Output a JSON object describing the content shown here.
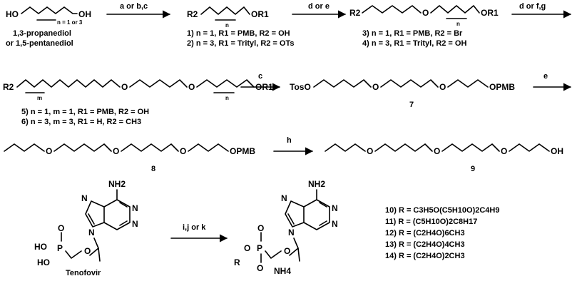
{
  "start": {
    "line1": "1,3-propanediol",
    "line2": "or 1,5-pentanediol",
    "n_label": "n = 1 or 3",
    "oh_left": "HO",
    "oh_right": "OH"
  },
  "arrows": {
    "a1": "a or b,c",
    "a2": "d or e",
    "a3": "d or f,g",
    "a4": "c",
    "a5": "e",
    "a6": "h",
    "a7": "i,j or k"
  },
  "row1": {
    "c12": {
      "r2": "R2",
      "or1": "OR1",
      "n": "n"
    },
    "c1": "1) n = 1, R1 = PMB, R2 = OH",
    "c2": "2) n = 3, R1 = Trityl, R2 = OTs",
    "c34": {
      "r2": "R2",
      "o": "O",
      "or1": "OR1",
      "n": "n"
    },
    "c3": "3) n = 1, R1 = PMB, R2 = Br",
    "c4": "4) n = 3, R1 = Trityl, R2 = OH"
  },
  "row2": {
    "c56": {
      "r2": "R2",
      "m": "m",
      "o1": "O",
      "o2": "O",
      "n": "n",
      "or1": "OR1"
    },
    "c5": "5) n = 1, m = 1, R1 = PMB, R2 = OH",
    "c6": "6) n = 3, m = 3, R1 = H, R2 = CH3",
    "c7": {
      "tos": "TosO",
      "o1": "O",
      "o2": "O",
      "opmb": "OPMB",
      "num": "7"
    }
  },
  "row3": {
    "c8": {
      "o1": "O",
      "o2": "O",
      "o3": "O",
      "opmb": "OPMB",
      "num": "8"
    },
    "c9": {
      "o1": "O",
      "o2": "O",
      "o3": "O",
      "oh": "OH",
      "num": "9"
    }
  },
  "tenofovir": {
    "nh2": "NH2",
    "n": "N",
    "p": "P",
    "o": "O",
    "ho": "HO",
    "name": "Tenofovir"
  },
  "product": {
    "nh2": "NH2",
    "n": "N",
    "p": "P",
    "o": "O",
    "r": "R",
    "nh4": "NH4"
  },
  "list": [
    "10) R = C3H5O(C5H10O)2C4H9",
    "11) R = (C5H10O)2C8H17",
    "12) R = (C2H4O)6CH3",
    "13) R = (C2H4O)4CH3",
    "14) R = (C2H4O)2CH3"
  ]
}
